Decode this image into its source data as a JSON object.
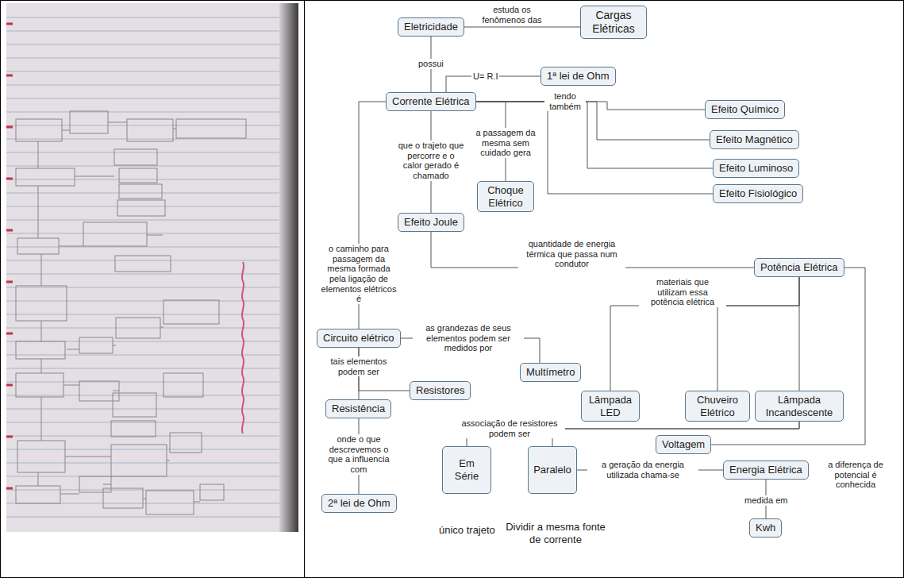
{
  "diagram": {
    "nodes": [
      {
        "text": [
          "Eletricidade"
        ]
      },
      {
        "text": [
          "Cargas Elétricas"
        ]
      },
      {
        "text": [
          "Corrente Elétrica"
        ]
      },
      {
        "text": [
          "1ª lei de Ohm"
        ]
      },
      {
        "text": [
          "Efeito Químico"
        ]
      },
      {
        "text": [
          "Efeito Magnético"
        ]
      },
      {
        "text": [
          "Efeito Luminoso"
        ]
      },
      {
        "text": [
          "Efeito Fisiológico"
        ]
      },
      {
        "text": [
          "Efeito Joule"
        ]
      },
      {
        "text": [
          "Choque Elétrico"
        ]
      },
      {
        "text": [
          "Potência Elétrica"
        ]
      },
      {
        "text": [
          "Circuito elétrico"
        ]
      },
      {
        "text": [
          "Multímetro"
        ]
      },
      {
        "text": [
          "Resistores"
        ]
      },
      {
        "text": [
          "Resistência"
        ]
      },
      {
        "text": [
          "2ª lei de Ohm"
        ]
      },
      {
        "text": [
          "Lâmpada LED"
        ]
      },
      {
        "text": [
          "Chuveiro Elétrico"
        ]
      },
      {
        "text": [
          "Lâmpada Incandescente"
        ]
      },
      {
        "text": [
          "Voltagem"
        ]
      },
      {
        "text": [
          "Em Série"
        ]
      },
      {
        "text": [
          "Paralelo"
        ]
      },
      {
        "text": [
          "Energia Elétrica"
        ]
      },
      {
        "text": [
          "Kwh"
        ]
      }
    ],
    "edges": [
      {
        "from": 0,
        "to": 1,
        "label": "estuda os fenômenos das",
        "arrow": "none"
      },
      {
        "from": 0,
        "to": 2,
        "label": "possui",
        "arrow": "none"
      },
      {
        "from": 2,
        "to": 3,
        "label": "U= R.I",
        "arrow": "none"
      },
      {
        "from": 2,
        "to": 4,
        "label": "tendo também",
        "arrow": "none"
      },
      {
        "from": 2,
        "to": 5,
        "arrow": "none"
      },
      {
        "from": 2,
        "to": 6,
        "arrow": "none"
      },
      {
        "from": 2,
        "to": 7,
        "arrow": "none"
      },
      {
        "from": 2,
        "to": 9,
        "label": "a passagem da mesma sem cuidado gera",
        "arrow": "none"
      },
      {
        "from": 2,
        "to": 8,
        "label": "que o trajeto que percorre e o calor gerado é chamado",
        "arrow": "none"
      },
      {
        "from": 2,
        "to": 11,
        "label": "o caminho para passagem da mesma formada pela ligação de elementos elétricos é",
        "arrow": "none"
      },
      {
        "from": 8,
        "to": 10,
        "label": "quantidade de energia térmica que passa num condutor",
        "arrow": "none"
      },
      {
        "from": 10,
        "to": 16,
        "label": "materiais que utilizam essa potência elétrica",
        "arrow": "none"
      },
      {
        "from": 10,
        "to": 17,
        "arrow": "none"
      },
      {
        "from": 10,
        "to": 18,
        "arrow": "none"
      },
      {
        "from": 10,
        "to": 19,
        "label": "a diferença de potencial é conhecida",
        "arrow": "none"
      },
      {
        "from": 11,
        "to": 12,
        "label": "as grandezas de seus elementos podem ser medidos por",
        "arrow": "none"
      },
      {
        "from": 11,
        "to": 14,
        "label": "tais elementos podem ser",
        "arrow": "none"
      },
      {
        "from": 11,
        "to": 13,
        "arrow": "none"
      },
      {
        "from": 14,
        "to": 15,
        "label": "onde o que descrevemos o que a influencia com",
        "arrow": "none"
      },
      {
        "from": 18,
        "to": 20,
        "label": "associação de resistores podem ser",
        "arrow": "none"
      },
      {
        "from": 18,
        "to": 21,
        "arrow": "none"
      },
      {
        "from": 21,
        "to": 22,
        "label": "a geração da energia utilizada chama-se",
        "arrow": "none"
      },
      {
        "from": 22,
        "to": 23,
        "label": "medida em",
        "arrow": "none"
      }
    ],
    "labels": [
      "único trajeto",
      "Dividir a mesma fonte de corrente"
    ]
  }
}
